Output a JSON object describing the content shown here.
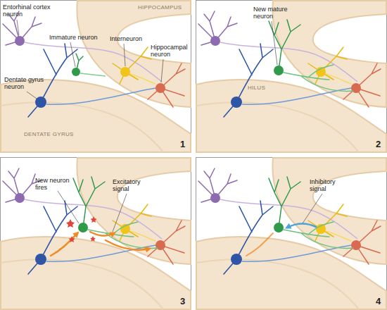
{
  "diagram": {
    "labels": [
      "Entorhinal cortex neuron",
      "HIPPOCAMPUS",
      "Immature neuron",
      "Interneuron",
      "Hippocampal neuron",
      "Dentate gyrus neuron",
      "DENTATE GYRUS",
      "1",
      "New mature neuron",
      "HILUS",
      "2",
      "New neuron fires",
      "Excitatory signal",
      "3",
      "Inhibitory signal",
      "4"
    ]
  }
}
